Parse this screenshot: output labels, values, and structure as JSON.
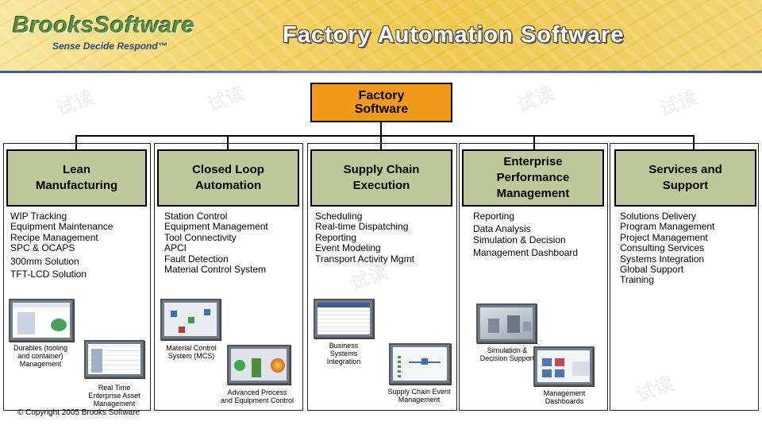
{
  "header": {
    "logo": "BrooksSoftware",
    "tagline": "Sense Decide Respond™",
    "title": "Factory Automation Software"
  },
  "root": {
    "label": "Factory\nSoftware"
  },
  "columns": [
    {
      "label": "Lean\nManufacturing",
      "items": [
        "WIP Tracking",
        "Equipment Maintenance",
        "Recipe Management",
        "SPC & OCAPS",
        "300mm Solution",
        "TFT-LCD Solution"
      ],
      "captions": [
        "Durables (tooling\nand container)\nManagement",
        "Real Time\nEnterprise Asset\nManagement"
      ]
    },
    {
      "label": "Closed Loop\nAutomation",
      "items": [
        "Station Control",
        "Equipment Management",
        "Tool Connectivity",
        "APCI",
        "Fault Detection",
        "Material Control System"
      ],
      "captions": [
        "Material Control\nSystem (MCS)",
        "Advanced Process\nand Equipment Control"
      ]
    },
    {
      "label": "Supply Chain\nExecution",
      "items": [
        "Scheduling",
        "Real-time Dispatching",
        "Reporting",
        "Event Modeling",
        "Transport Activity Mgmt"
      ],
      "captions": [
        "Business\nSystems\nIntegration",
        "Supply Chain Event\nManagement"
      ]
    },
    {
      "label": "Enterprise\nPerformance\nManagement",
      "items": [
        "Reporting",
        "Data Analysis",
        "Simulation & Decision",
        "Management Dashboard"
      ],
      "captions": [
        "Simulation &\nDecision Support",
        "Management\nDashboards"
      ]
    },
    {
      "label": "Services and\nSupport",
      "items": [
        "Solutions Delivery",
        "Program Management",
        "Project Management",
        "Consulting Services",
        "Systems Integration",
        "Global Support",
        "Training"
      ],
      "captions": []
    }
  ],
  "footer": {
    "copyright": "© Copyright 2005 Brooks Software"
  },
  "watermark": "试读"
}
